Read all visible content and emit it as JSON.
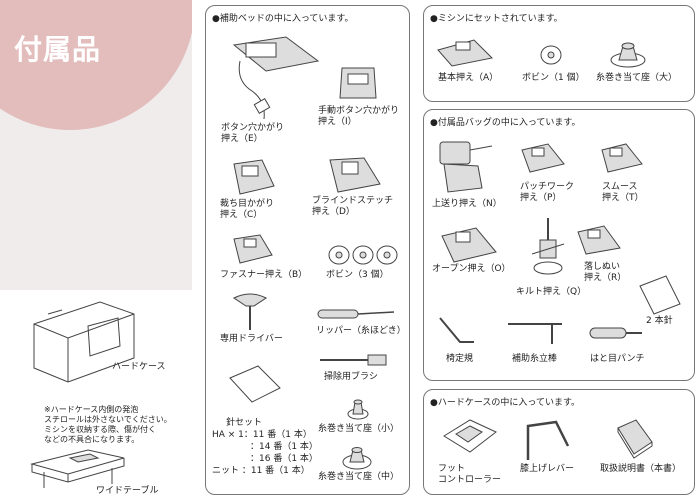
{
  "page_title": "付属品",
  "side": {
    "hard_case_label": "ハードケース",
    "note_lines": [
      "※ハードケース内側の発泡",
      "スチロールは外さないでください。",
      "ミシンを収納する際、傷が付く",
      "などの不具合になります。"
    ],
    "wide_table_label": "ワイドテーブル"
  },
  "box_aux_bed": {
    "heading": "●補助ベッドの中に入っています。",
    "items": {
      "buttonhole_foot": [
        "ボタン穴かがり",
        "押え（E）"
      ],
      "manual_buttonhole_foot": [
        "手動ボタン穴かがり",
        "押え（I）"
      ],
      "overcast_foot": [
        "裁ち目かがり",
        "押え（C）"
      ],
      "blind_stitch_foot": [
        "ブラインドステッチ",
        "押え（D）"
      ],
      "zipper_foot": "ファスナー押え（B）",
      "bobbins3": "ボビン（3 個）",
      "screwdriver": "専用ドライバー",
      "ripper": "リッパー（糸ほどき）",
      "brush": "掃除用ブラシ",
      "needle_set": {
        "title": "針セット",
        "rows": [
          "HA × 1：11 番（1 本）",
          "：14 番（1 本）",
          "：16 番（1 本）",
          "ニット ：11 番（1 本）"
        ]
      },
      "spool_cap_small": "糸巻き当て座（小）",
      "spool_cap_medium": "糸巻き当て座（中）"
    }
  },
  "box_machine": {
    "heading": "●ミシンにセットされています。",
    "items": [
      "基本押え（A）",
      "ボビン（1 個）",
      "糸巻き当て座（大）"
    ]
  },
  "box_accessory_bag": {
    "heading": "●付属品バッグの中に入っています。",
    "items": {
      "walking_foot": "上送り押え（N）",
      "patchwork_foot": [
        "パッチワーク",
        "押え（P）"
      ],
      "smooth_foot": [
        "スムース",
        "押え（T）"
      ],
      "open_foot": "オープン押え（O）",
      "quilting_foot": "キルト押え（Q）",
      "stitch_in_ditch_foot": [
        "落しぬい",
        "押え（R）"
      ],
      "twin_needle": "2 本針",
      "seam_guide": "椅定規",
      "spool_pin": "補助糸立棒",
      "eyelet_punch": "はと目パンチ"
    }
  },
  "box_hard_case": {
    "heading": "●ハードケースの中に入っています。",
    "items": {
      "foot_controller": [
        "フット",
        "コントローラー"
      ],
      "knee_lifter": "膝上げレバー",
      "manual": "取扱説明書（本書）"
    }
  }
}
